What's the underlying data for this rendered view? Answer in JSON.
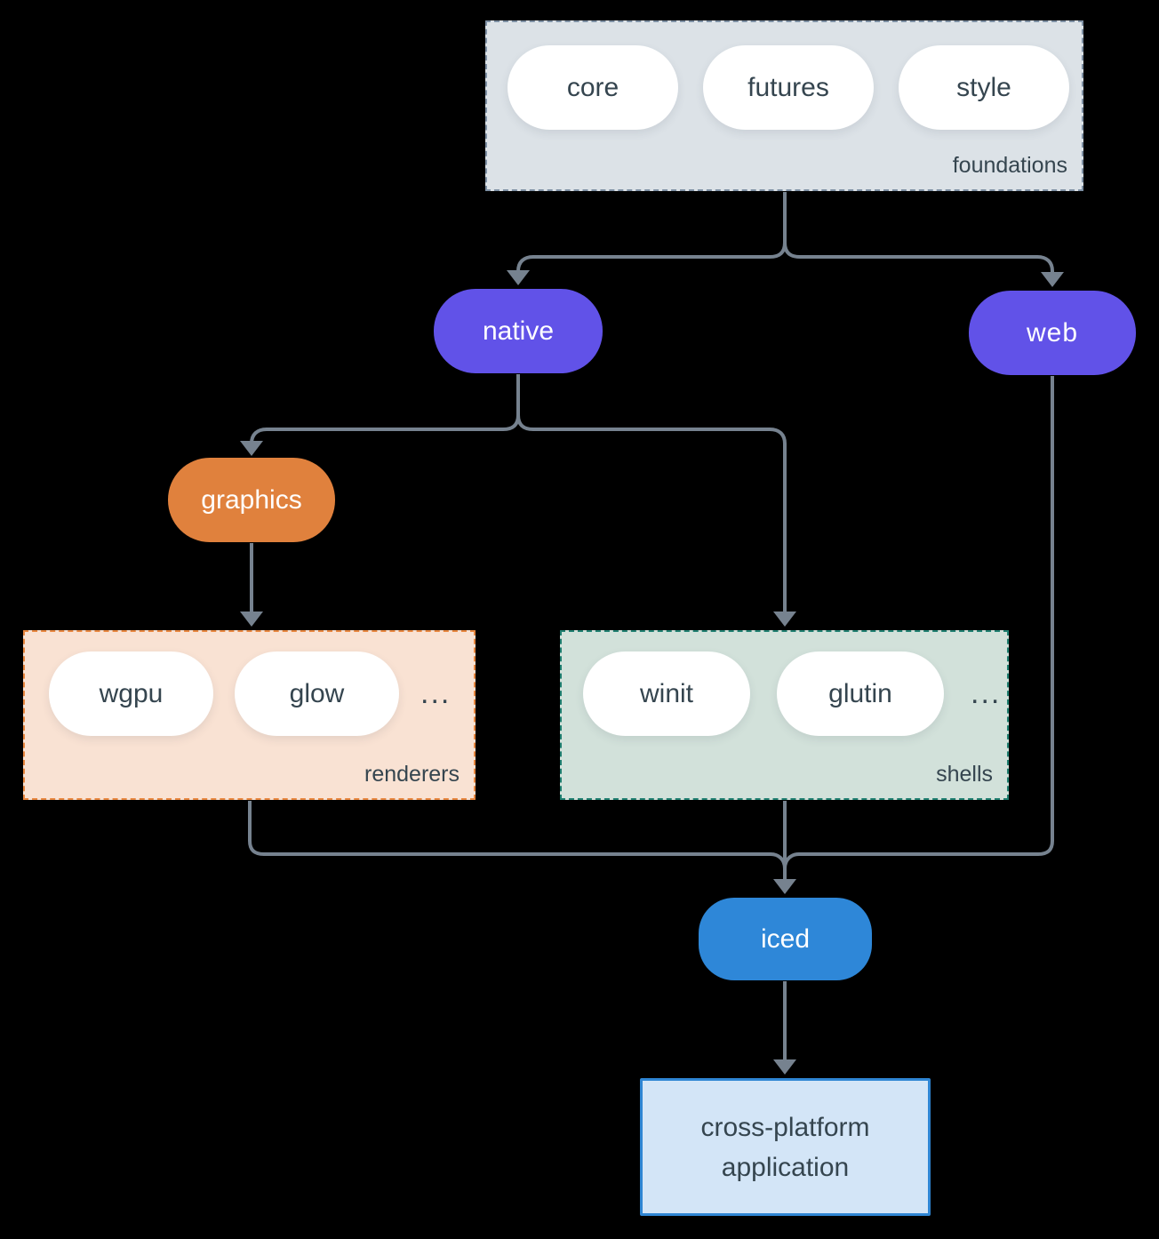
{
  "colors": {
    "background": "#000000",
    "arrow": "#76828f",
    "node_purple": "#6152e8",
    "node_orange": "#e0813d",
    "node_blue": "#2e87d8",
    "foundations_fill": "#dce2e7",
    "foundations_border": "#7e90a4",
    "renderers_fill": "#f9e2d3",
    "renderers_border": "#e8873f",
    "shells_fill": "#d2e1da",
    "shells_border": "#1f7f70",
    "application_fill": "#d3e5f7",
    "application_border": "#2f86d4",
    "text_dark": "#35454f",
    "pill_fill": "#ffffff"
  },
  "nodes": {
    "foundations": {
      "label": "foundations",
      "pills": [
        "core",
        "futures",
        "style"
      ]
    },
    "native": {
      "label": "native"
    },
    "web": {
      "label": "web"
    },
    "graphics": {
      "label": "graphics"
    },
    "renderers": {
      "label": "renderers",
      "pills": [
        "wgpu",
        "glow"
      ],
      "ellipsis": "..."
    },
    "shells": {
      "label": "shells",
      "pills": [
        "winit",
        "glutin"
      ],
      "ellipsis": "..."
    },
    "iced": {
      "label": "iced"
    },
    "application": {
      "line1": "cross-platform",
      "line2": "application"
    }
  }
}
